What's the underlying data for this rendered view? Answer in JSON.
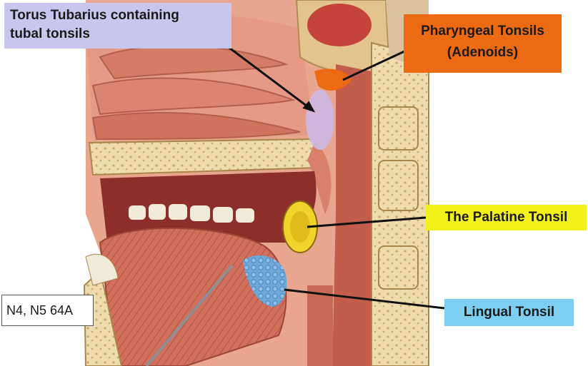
{
  "labels": {
    "torus": {
      "line1": "Torus Tubarius containing",
      "line2": "tubal tonsils"
    },
    "pharyngeal": {
      "line1": "Pharyngeal Tonsils",
      "line2": "(Adenoids)"
    },
    "palatine": "The Palatine Tonsil",
    "lingual": "Lingual Tonsil",
    "reference": "N4, N5 64A"
  },
  "colors": {
    "torus_label": "#c9c6ee",
    "pharyngeal_label": "#ec6a12",
    "palatine_label": "#f2f21a",
    "lingual_label": "#7ccff0",
    "tissue": "#d9826e",
    "bone": "#efdcae"
  }
}
